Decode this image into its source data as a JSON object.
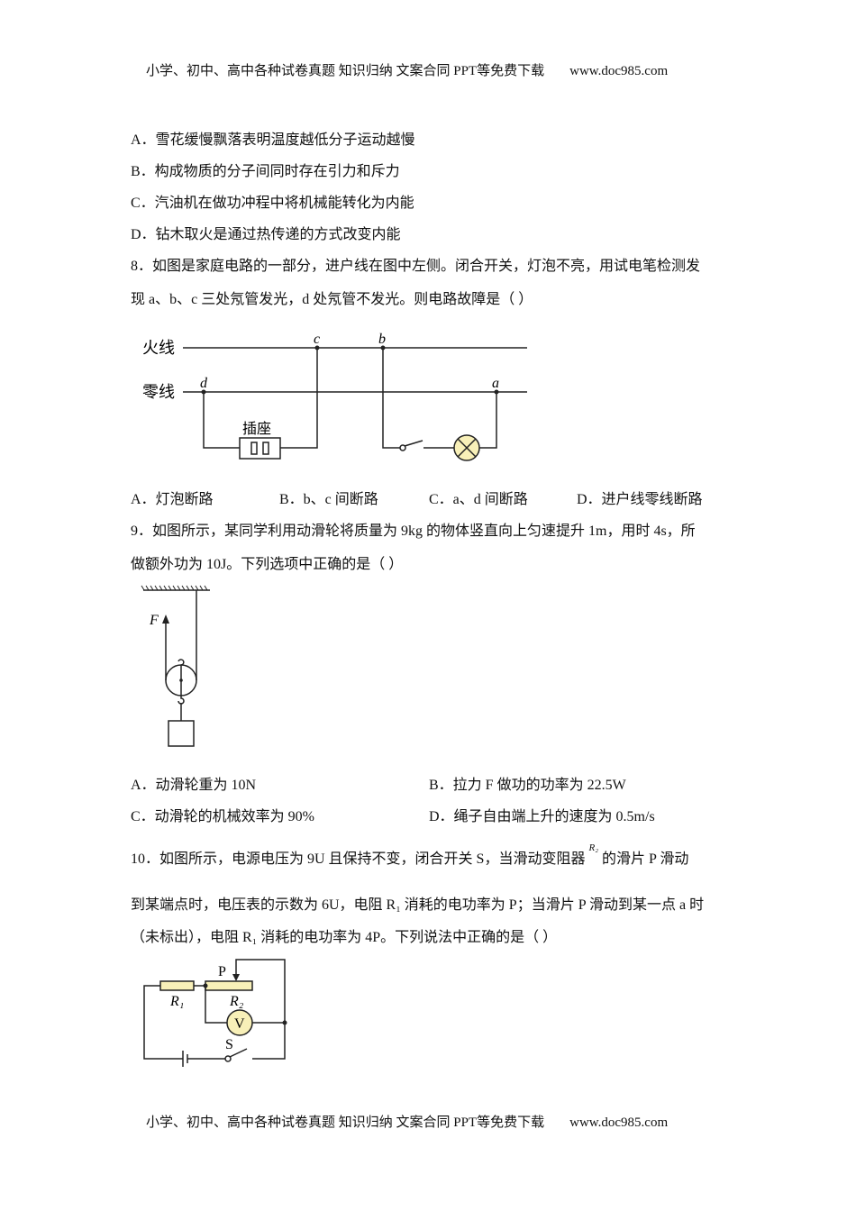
{
  "header": {
    "text": "小学、初中、高中各种试卷真题  知识归纳  文案合同  PPT等免费下载",
    "site": "www.doc985.com"
  },
  "footer": {
    "text": "小学、初中、高中各种试卷真题  知识归纳  文案合同  PPT等免费下载",
    "site": "www.doc985.com"
  },
  "q7_options": [
    "A．雪花缓慢飘落表明温度越低分子运动越慢",
    "B．构成物质的分子间同时存在引力和斥力",
    "C．汽油机在做功冲程中将机械能转化为内能",
    "D．钻木取火是通过热传递的方式改变内能"
  ],
  "q8": {
    "line1": "8．如图是家庭电路的一部分，进户线在图中左侧。闭合开关，灯泡不亮，用试电笔检测发",
    "line2": "现 a、b、c 三处氖管发光，d 处氖管不发光。则电路故障是（    ）",
    "diagram": {
      "live_label": "火线",
      "neutral_label": "零线",
      "socket_label": "插座",
      "points": {
        "a": "a",
        "b": "b",
        "c": "c",
        "d": "d"
      }
    },
    "options": [
      "A．灯泡断路",
      "B．b、c 间断路",
      "C．a、d 间断路",
      "D．进户线零线断路"
    ]
  },
  "q9": {
    "line1": "9．如图所示，某同学利用动滑轮将质量为 9kg 的物体竖直向上匀速提升 1m，用时 4s，所",
    "line2": "做额外功为 10J。下列选项中正确的是（    ）",
    "diagram": {
      "force_label": "F"
    },
    "options": [
      "A．动滑轮重为 10N",
      "B．拉力 F 做功的功率为 22.5W",
      "C．动滑轮的机械效率为 90%",
      "D．绳子自由端上升的速度为 0.5m/s"
    ]
  },
  "q10": {
    "line1a": "10．如图所示，电源电压为 9U 且保持不变，闭合开关 S，当滑动变阻器",
    "line1_sup": "R₂",
    "line1b": "的滑片 P 滑动",
    "line2": "到某端点时，电压表的示数为 6U，电阻 R₁ 消耗的电功率为 P；当滑片 P 滑动到某一点 a 时",
    "line3": "（未标出），电阻 R₁ 消耗的电功率为 4P。下列说法中正确的是（        ）",
    "diagram": {
      "r1": "R₁",
      "r2": "R₂",
      "slider": "P",
      "voltmeter": "V",
      "switch": "S"
    }
  },
  "colors": {
    "component_fill": "#f8f0b8",
    "text": "#111111"
  }
}
